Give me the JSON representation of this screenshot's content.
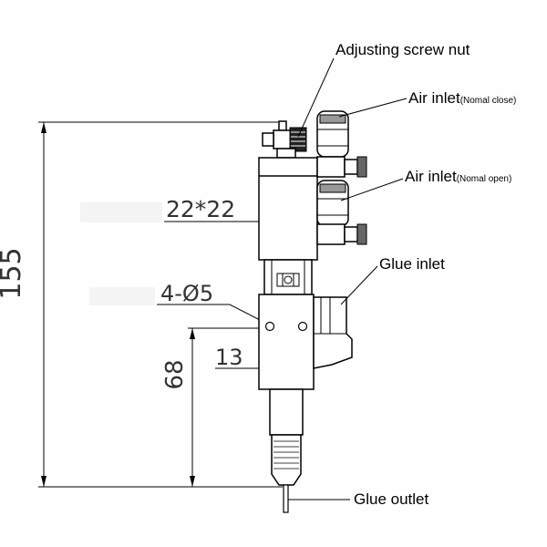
{
  "labels": {
    "adjusting_screw_nut": "Adjusting screw nut",
    "air_inlet_top_main": "Air inlet",
    "air_inlet_top_note": "(Nomal close)",
    "air_inlet_bottom_main": "Air inlet",
    "air_inlet_bottom_note": "(Nomal open)",
    "glue_inlet": "Glue inlet",
    "glue_outlet": "Glue outlet"
  },
  "dimensions": {
    "overall_height": "155",
    "body_section": "22*22",
    "holes": "4-Ø5",
    "hole_spacing": "13",
    "hole_height": "68"
  },
  "colors": {
    "line": "#000000",
    "dimension_text": "#333333",
    "background": "#ffffff"
  }
}
